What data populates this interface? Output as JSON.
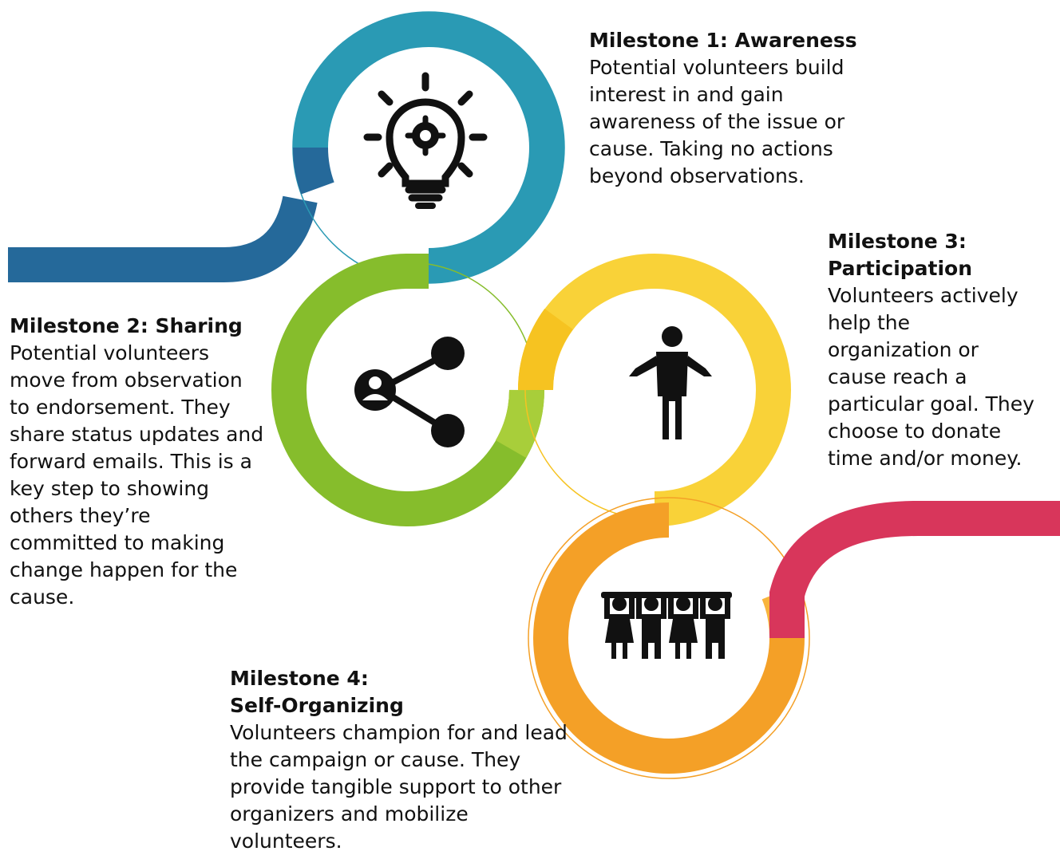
{
  "colors": {
    "blue_light": "#2a9ab4",
    "blue_dark": "#25699a",
    "green_dark": "#86bd2c",
    "green_light": "#a8ce3a",
    "yellow": "#f6c321",
    "yellow_light": "#f9d238",
    "orange": "#f4a027",
    "orange_light": "#f8b43c",
    "magenta": "#d8365b",
    "icon": "#111111"
  },
  "milestones": [
    {
      "id": "m1",
      "title": "Milestone 1: Awareness",
      "body": "Potential volunteers build\ninterest in and gain\nawareness of the issue or\ncause. Taking no actions\nbeyond observations.",
      "icon": "lightbulb-gear-icon"
    },
    {
      "id": "m2",
      "title": "Milestone 2: Sharing",
      "body": "Potential volunteers\nmove from observation\nto endorsement. They\nshare status updates and\nforward emails. This is a\nkey step to showing\nothers they’re\ncommitted to making\nchange happen for the\ncause.",
      "icon": "share-network-icon"
    },
    {
      "id": "m3",
      "title": "Milestone 3:\nParticipation",
      "body": "Volunteers actively\nhelp the\norganization or\ncause reach a\nparticular goal. They\nchoose to donate\ntime and/or money.",
      "icon": "person-standing-icon"
    },
    {
      "id": "m4",
      "title": "Milestone 4:\nSelf-Organizing",
      "body": "Volunteers champion for and lead\nthe campaign or cause. They\nprovide tangible support to other\norganizers and mobilize\nvolunteers.",
      "icon": "group-raised-arms-icon"
    }
  ]
}
